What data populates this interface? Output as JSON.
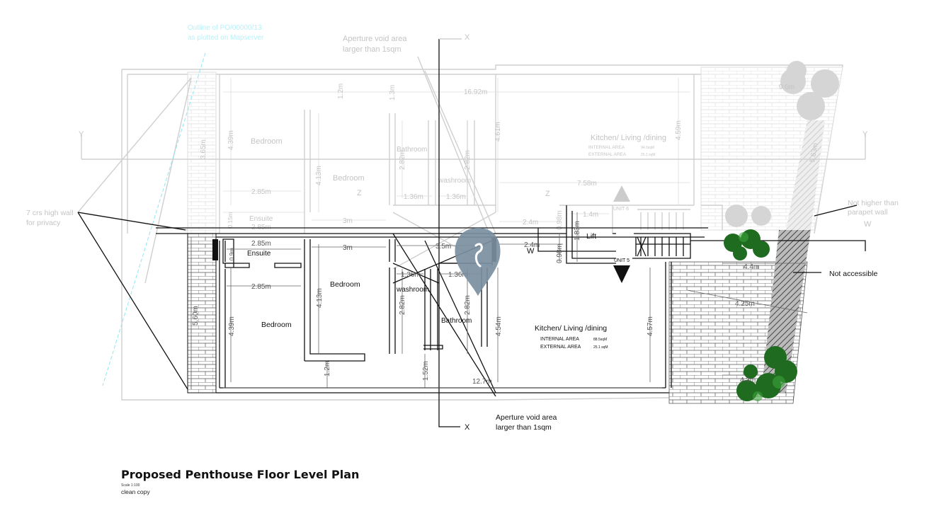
{
  "title": {
    "main": "Proposed Penthouse Floor Level Plan",
    "scale": "Scale 1:100",
    "note": "clean copy"
  },
  "colors": {
    "outline_cyan": "#8fe6f2",
    "marker": "#7b8fa0",
    "tree": "#2f7d2f",
    "ghost": "#c4c4c4"
  },
  "annotations": {
    "outline_line1": "Outline of PO/00000/13",
    "outline_line2": "as plotted on Mapserver",
    "aperture_top_1": "Aperture void area",
    "aperture_top_2": "larger than 1sqm",
    "aperture_bottom_1": "Aperture void area",
    "aperture_bottom_2": "larger than 1sqm",
    "wall_1": "7 crs high wall",
    "wall_2": "for privacy",
    "parapet_1": "Not higher than",
    "parapet_2": "parapet wall",
    "not_accessible": "Not accessible",
    "section_x_top": "X",
    "section_x_bottom": "X",
    "section_y_left": "Y",
    "section_y_right": "Y",
    "section_z_1": "Z",
    "section_z_2": "Z",
    "section_w_1": "W",
    "section_w_2": "W",
    "unit_6": "UNIT 6",
    "unit_5": "UNIT 5"
  },
  "ghost_plan": {
    "rooms": [
      "Bedroom",
      "Bedroom",
      "Bathroom",
      "washroom",
      "Ensuite"
    ],
    "kitchen": {
      "label": "Kitchen/ Living /dining",
      "internal_label": "INTERNAL AREA",
      "internal_value": "94.0sqM",
      "external_label": "EXTERNAL AREA",
      "external_value": "25.1 sqM"
    },
    "dims": [
      "16.92m",
      "1.2m",
      "1.3m",
      "4.39m",
      "4.13m",
      "2.82m",
      "2.82m",
      "4.61m",
      "4.59m",
      "2.85m",
      "1.36m",
      "1.36m",
      "7.58m",
      "3m",
      "2.4m",
      "1.4m",
      "0.98m",
      "3.65m",
      "0.15m",
      "9.0m",
      "5.63m",
      "2.85m"
    ]
  },
  "plan": {
    "rooms": [
      "Ensuite",
      "Bedroom",
      "washroom",
      "Bedroom",
      "Bathroom",
      "Lift"
    ],
    "kitchen": {
      "label": "Kitchen/ Living /dining",
      "internal_label": "INTERNAL AREA",
      "internal_value": "88.5sqM",
      "external_label": "EXTERNAL AREA",
      "external_value": "25.1 sqM"
    },
    "dims": [
      "2.85m",
      "0.9m",
      "3m",
      "3.5m",
      "2.4m",
      "1.83m",
      "0.98m",
      "1.36m",
      "1.36m",
      "2.85m",
      "4.39m",
      "4.13m",
      "2.82m",
      "2.82m",
      "4.54m",
      "4.57m",
      "5.60m",
      "1.2m",
      "1.52m",
      "12.7m",
      "4.4m",
      "4.25m",
      "4.3m"
    ]
  }
}
